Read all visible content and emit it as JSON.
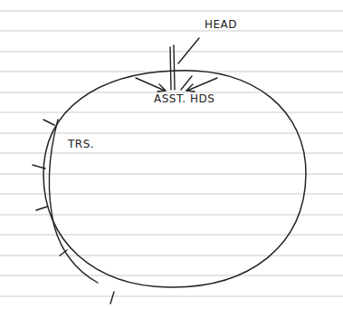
{
  "diagram": {
    "nodes": [
      {
        "text": [
          "ASST. HDS",
          "TRS."
        ]
      }
    ],
    "labels": [
      "HEAD"
    ]
  }
}
